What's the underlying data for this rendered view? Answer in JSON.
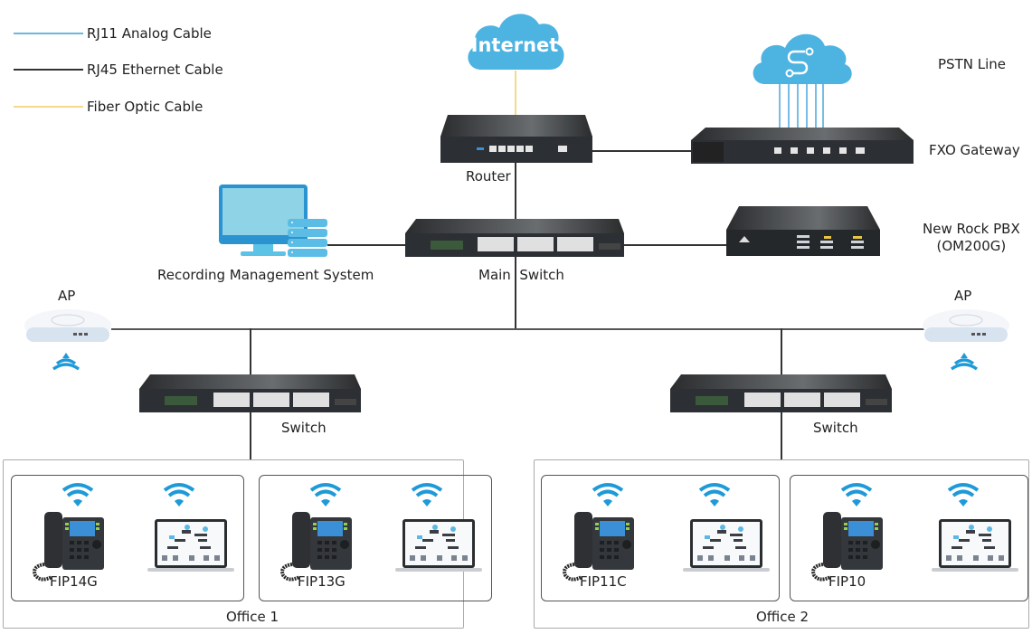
{
  "legend": [
    {
      "label": "RJ11 Analog Cable",
      "color": "#6cb6e0"
    },
    {
      "label": "RJ45 Ethernet Cable",
      "color": "#333333"
    },
    {
      "label": "Fiber Optic Cable",
      "color": "#f3d98a"
    }
  ],
  "colors": {
    "cloud": "#4db3e1",
    "ethernet": "#333333",
    "fiber": "#f3d98a",
    "analog": "#4aa6dc",
    "device_dark": "#2b2e31",
    "wifi": "#1e9ad8"
  },
  "nodes": {
    "internet": {
      "label": "Internet",
      "icon": "cloud-icon"
    },
    "pstn": {
      "label": "PSTN Line",
      "icon": "pstn-cloud-icon"
    },
    "router": {
      "label": "Router"
    },
    "fxo": {
      "label": "FXO Gateway"
    },
    "main_switch": {
      "label": "Main  Switch"
    },
    "pbx": {
      "label_line1": "New Rock PBX",
      "label_line2": "(OM200G)"
    },
    "recording": {
      "label": "Recording Management System"
    },
    "ap_left": {
      "label": "AP"
    },
    "ap_right": {
      "label": "AP"
    },
    "switch_left": {
      "label": "Switch"
    },
    "switch_right": {
      "label": "Switch"
    }
  },
  "offices": [
    {
      "label": "Office 1",
      "rooms": [
        {
          "phone": "FIP14G"
        },
        {
          "phone": "FIP13G"
        }
      ]
    },
    {
      "label": "Office 2",
      "rooms": [
        {
          "phone": "FIP11C"
        },
        {
          "phone": "FIP10"
        }
      ]
    }
  ]
}
